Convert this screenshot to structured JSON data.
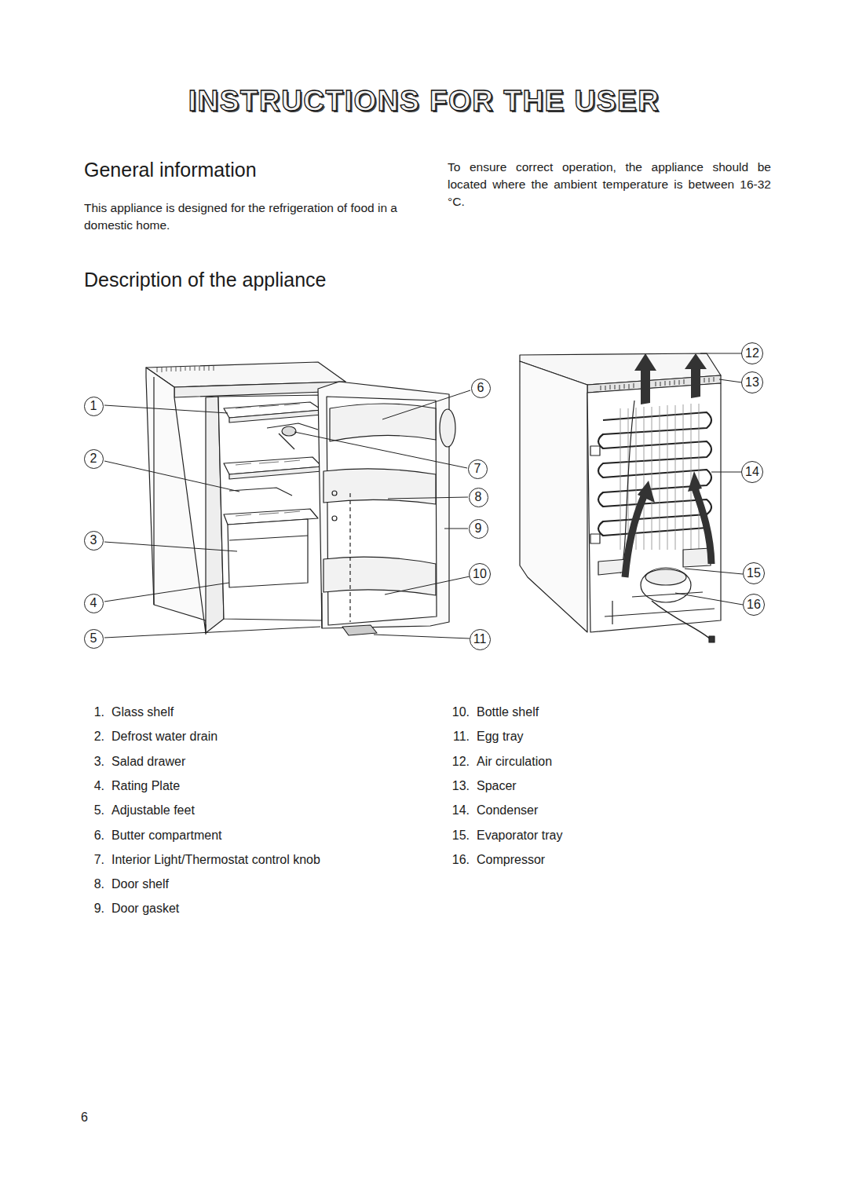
{
  "diagram": {
    "title": "INSTRUCTIONS FOR THE USER",
    "nodes": [
      {
        "text": [
          "1"
        ]
      },
      {
        "text": [
          "2"
        ]
      },
      {
        "text": [
          "3"
        ]
      },
      {
        "text": [
          "4"
        ]
      },
      {
        "text": [
          "5"
        ]
      },
      {
        "text": [
          "6"
        ]
      },
      {
        "text": [
          "7"
        ]
      },
      {
        "text": [
          "8"
        ]
      },
      {
        "text": [
          "9"
        ]
      },
      {
        "text": [
          "10"
        ]
      },
      {
        "text": [
          "11"
        ]
      },
      {
        "text": [
          "12"
        ]
      },
      {
        "text": [
          "13"
        ]
      },
      {
        "text": [
          "14"
        ]
      },
      {
        "text": [
          "15"
        ]
      },
      {
        "text": [
          "16"
        ]
      }
    ],
    "labels": [
      "General information",
      "This appliance is designed for the refrigeration of food in a domestic home.",
      "To ensure correct operation, the appliance should be located where the ambient temperature is between 16-32 °C.",
      "Description of the appliance",
      "1.",
      "Glass shelf",
      "2.",
      "Defrost water drain",
      "3.",
      "Salad drawer",
      "4.",
      "Rating Plate",
      "5.",
      "Adjustable feet",
      "6.",
      "Butter compartment",
      "7.",
      "Interior Light/Thermostat control knob",
      "8.",
      "Door shelf",
      "9.",
      "Door gasket",
      "10.",
      "Bottle shelf",
      "11.",
      "Egg tray",
      "12.",
      "Air circulation",
      "13.",
      "Spacer",
      "14.",
      "Condenser",
      "15.",
      "Evaporator tray",
      "16.",
      "Compressor",
      "6"
    ]
  }
}
